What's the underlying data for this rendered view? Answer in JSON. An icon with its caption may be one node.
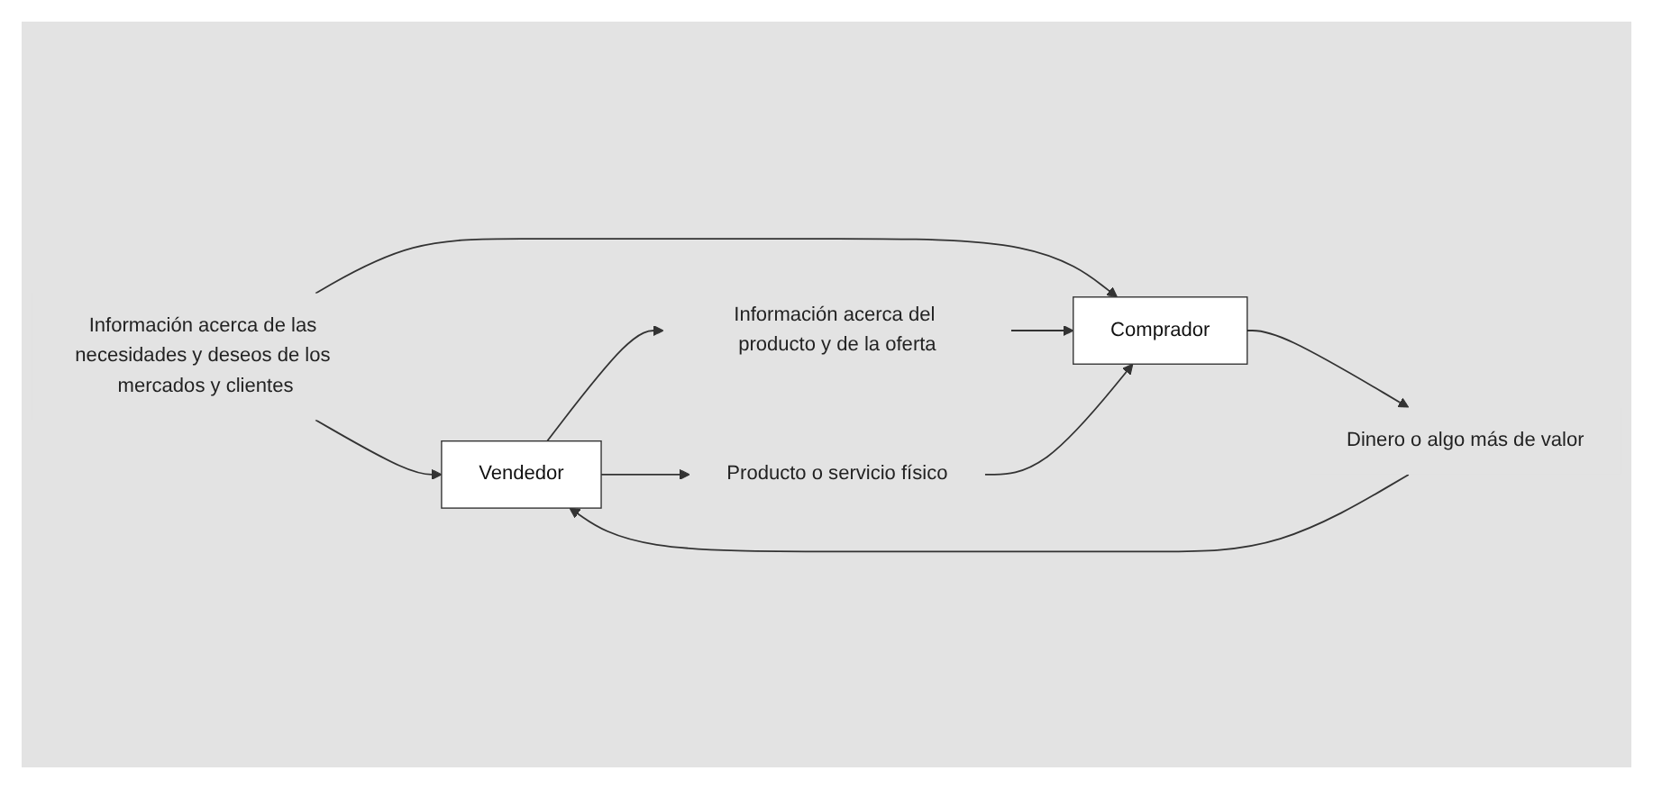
{
  "diagram": {
    "nodes": [
      {
        "text": [
          "Información acerca de las necesidades y deseos de los mercados y clientes"
        ]
      },
      {
        "text": [
          "Vendedor"
        ]
      },
      {
        "text": [
          "Información acerca del producto y de la oferta"
        ]
      },
      {
        "text": [
          "Comprador"
        ]
      },
      {
        "text": [
          "Producto o servicio físico"
        ]
      },
      {
        "text": [
          "Dinero o algo más de valor"
        ]
      }
    ],
    "edges": [
      {
        "from": 0,
        "to": 1,
        "arrow": "to"
      },
      {
        "from": 0,
        "to": 3,
        "arrow": "to"
      },
      {
        "from": 1,
        "to": 2,
        "arrow": "to"
      },
      {
        "from": 2,
        "to": 3,
        "arrow": "to"
      },
      {
        "from": 1,
        "to": 4,
        "arrow": "to"
      },
      {
        "from": 4,
        "to": 3,
        "arrow": "to"
      },
      {
        "from": 3,
        "to": 5,
        "arrow": "to"
      },
      {
        "from": 5,
        "to": 1,
        "arrow": "to"
      }
    ]
  }
}
